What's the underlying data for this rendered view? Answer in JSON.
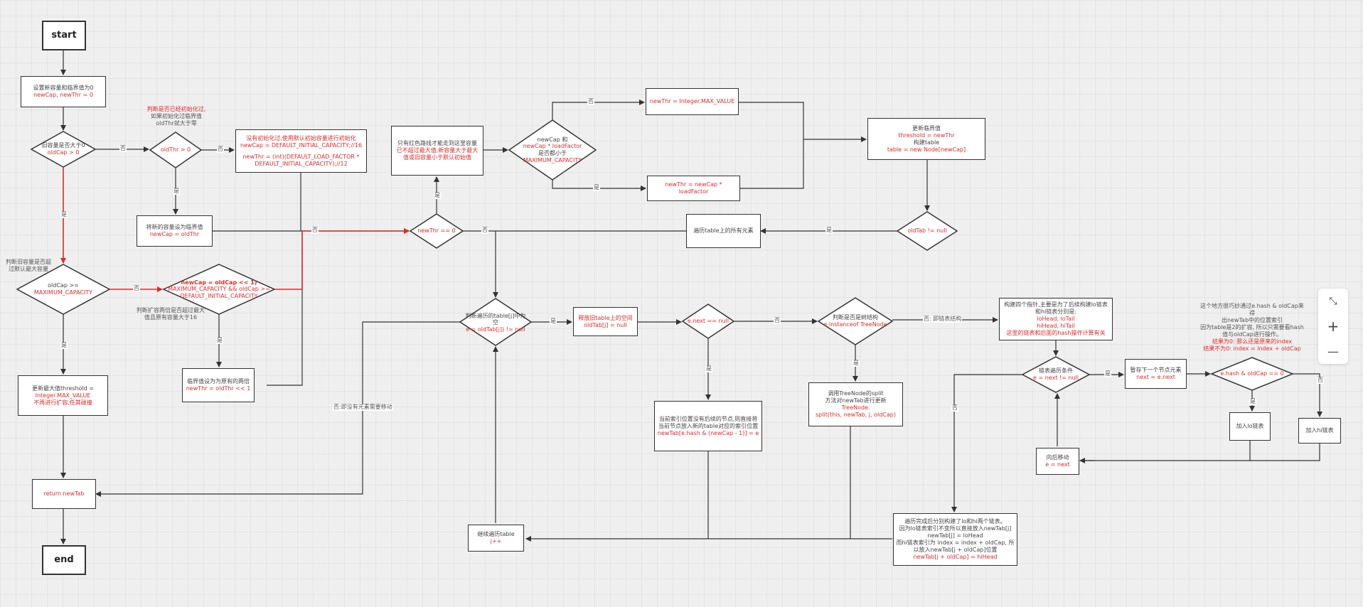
{
  "nodes": {
    "start": "start",
    "end": "end",
    "init_l1": "设置新容量和临界值为0",
    "init_l2": "newCap, newThr = 0",
    "d_oldcap_l1": "旧容量是否大于0",
    "d_oldcap_l2": "oldCap > 0",
    "note_oldthr_l1": "判断是否已经初始化过,",
    "note_oldthr_l2": "如果初始化过临界值",
    "note_oldthr_l3": "oldThr就大于零",
    "d_oldthr": "oldThr > 0",
    "default_l1": "没有初始化过,使用默认初始容量进行初始化",
    "default_l2": "newCap = DEFAULT_INITIAL_CAPACITY;//16",
    "default_l3": "newThr = (int)(DEFAULT_LOAD_FACTOR *",
    "default_l4": "DEFAULT_INITIAL_CAPACITY);//12",
    "setcap_l1": "将新的容量设为临界值",
    "setcap_l2": "newCap = oldThr",
    "note_max_l1": "判断旧容量是否超",
    "note_max_l2": "过默认最大容量",
    "d_max_l1": "oldCap >=",
    "d_max_l2": "MAXIMUM_CAPACITY",
    "d_double_l1": "newCap = oldCap << 1)",
    "d_double_l2": "MAXIMUM_CAPACITY && oldCap >=",
    "d_double_l3": "DEFAULT_INITIAL_CAPACITY",
    "note_double_l1": "判断扩容两倍是否超过最大",
    "note_double_l2": "值且原有容量大于16",
    "maxval_l1": "更新最大值threshold =",
    "maxval_l2": "Integer.MAX_VALUE",
    "maxval_l3": "不再进行扩容,任其碰撞",
    "double_thr_l1": "临界值设为为原有的两倍",
    "double_thr_l2": "newThr = oldThr << 1",
    "ret": "return newTab",
    "d_newthr0": "newThr == 0",
    "note_red_l1": "只有红色路线才能走到这里容量",
    "note_red_l2": "已不超过最大值,新容量大于最大",
    "note_red_l3": "值或旧容量小于默认初始值",
    "d_lf_l1": "newCap 和",
    "d_lf_l2": "newCap * loadFactor",
    "d_lf_l3": "是否都小于",
    "d_lf_l4": "MAXIMUM_CAPACITY",
    "thr_max": "newThr = Integer.MAX_VALUE",
    "thr_lf": "newThr = newCap * loadFactor",
    "update_l1": "更新临界值",
    "update_l2": "threshold = newThr",
    "update_l3": "构建table",
    "update_l4": "table = new Node[newCap]",
    "d_oldtab": "oldTab != null",
    "traverse": "遍历table上的所有元素",
    "d_slot_l1": "判断遍历的table[j]中为",
    "d_slot_l2": "空",
    "d_slot_l3": "e = oldTab[j]) != null",
    "clear_l1": "释放旧table上的空间",
    "clear_l2": "oldTab[j] = null",
    "d_next": "e.next == null",
    "d_tree_l1": "判断是否是树结构",
    "d_tree_l2": "e instanceof TreeNode",
    "split_l1": "调用TreeNode的split",
    "split_l2": "方法对newTab进行更新",
    "split_l3": "TreeNode.",
    "split_l4": "split(this, newTab, j, oldCap)",
    "single_l1": "当前索引位置没有后续的节点,则直接将",
    "single_l2": "当前节点放入新的table对应的索引位置",
    "single_l3": "newTab[e.hash & (newCap - 1)] = e",
    "four_l1": "构建四个指针,主要是为了后续构建lo链表",
    "four_l2": "和hi链表分别是:",
    "four_l3": "loHead, loTail",
    "four_l4": "hiHead, hiTail",
    "four_l5": "这里的链表和后面的hash操作计算有关",
    "d_loop_l1": "链表遍历条件",
    "d_loop_l2": "e = next != null",
    "save_l1": "暂存下一个节点元素",
    "save_l2": "next = e.next",
    "d_hash": "e.hash & oldCap == 0",
    "note_hash_l1": "这个地方很巧妙通过e.hash & oldCap来得",
    "note_hash_l2": "出newTab中的位置索引",
    "note_hash_l3": "因为table是2的扩容, 所以只需要看hash",
    "note_hash_l4": "值与oldCap进行操作。",
    "note_hash_l5": "结果为0: 那么还是原来的index",
    "note_hash_l6": "结果不为0: index = index + oldCap",
    "add_lo": "加入lo链表",
    "add_hi": "加入hi链表",
    "moveback_l1": "向后移动",
    "moveback_l2": "e = next",
    "final_l1": "遍历完成后分别构建了lo和hi两个链表。",
    "final_l2": "因为lo链表索引不变所以直接放入newTab[j]",
    "final_l3": "newTab[j] = loHead",
    "final_l4": "而hi链表索引为 index = index + oldCap, 所",
    "final_l5": "以放入newTab[j + oldCap]位置",
    "final_l6": "newTab[j + oldCap] = hiHead",
    "cont_l1": "继续遍历table",
    "cont_l2": "j++"
  },
  "labels": {
    "no": "否",
    "yes": "是",
    "no_list": "否: 即链表结构",
    "no_more": "否:即没有元素需要移动"
  },
  "zoom": {
    "fit": "⤡",
    "plus": "+",
    "minus": "—"
  },
  "colors": {
    "red": "#e02a2a",
    "line": "#333333",
    "background": "#efefef"
  }
}
